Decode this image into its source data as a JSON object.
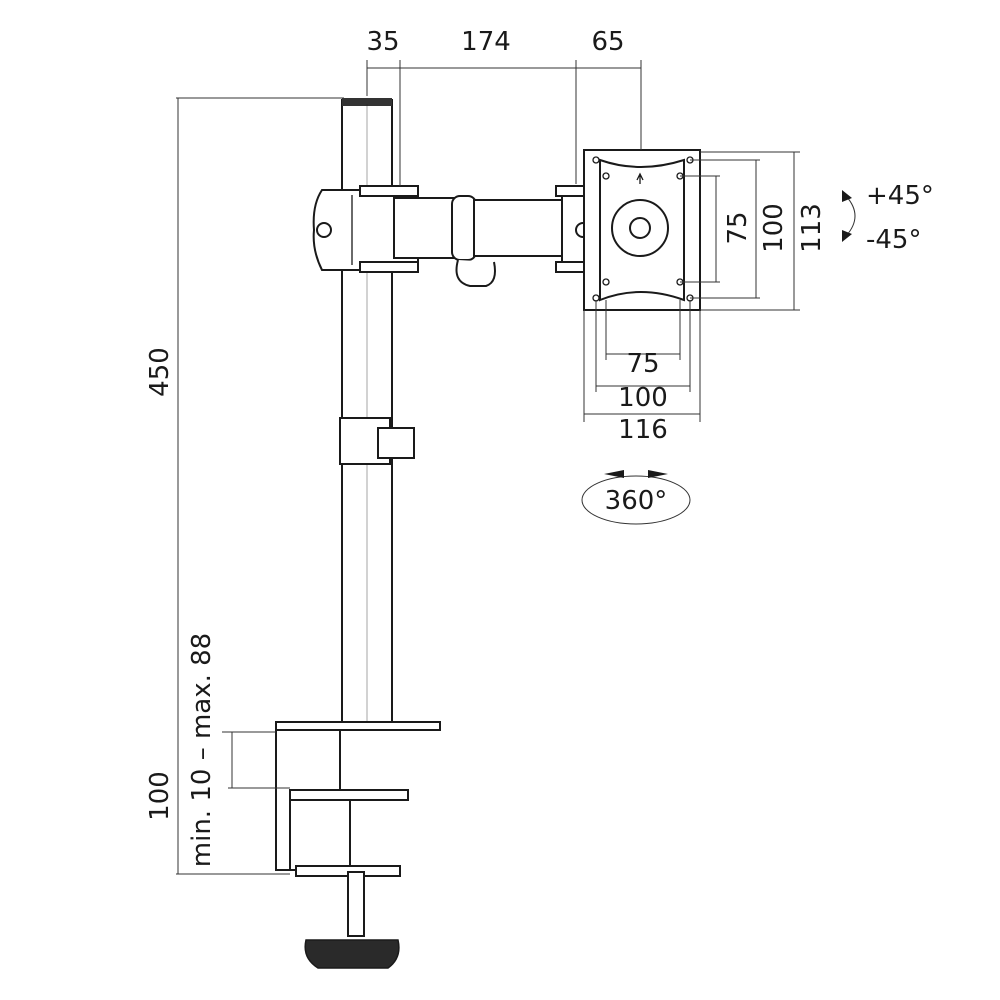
{
  "dimensions": {
    "offset_top": "35",
    "arm_length": "174",
    "plate_offset": "65",
    "total_height": "450",
    "vesa_small_v": "75",
    "vesa_large_v": "100",
    "plate_height": "113",
    "vesa_small_h": "75",
    "vesa_large_h": "100",
    "plate_width": "116",
    "clamp_height": "100",
    "desk_thickness": "min. 10 – max. 88"
  },
  "rotation": {
    "rotate_360": "360°",
    "tilt_up": "+45°",
    "tilt_down": "-45°"
  }
}
